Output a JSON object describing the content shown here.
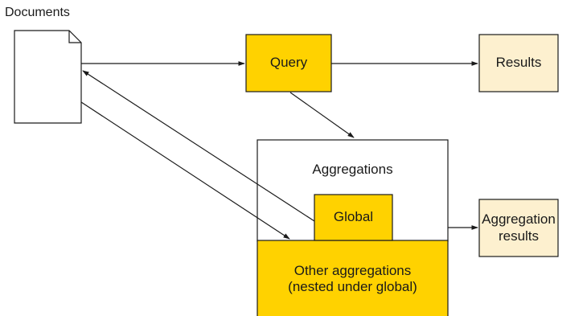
{
  "documents_label": "Documents",
  "query_label": "Query",
  "results_label": "Results",
  "aggregations_label": "Aggregations",
  "global_label": "Global",
  "other_aggregations_line1": "Other aggregations",
  "other_aggregations_line2": "(nested under global)",
  "aggregation_results_line1": "Aggregation",
  "aggregation_results_line2": "results",
  "colors": {
    "gold": "#FFD200",
    "cream": "#FDF0CF",
    "white": "#FFFFFF",
    "stroke": "#1A1A1A"
  }
}
